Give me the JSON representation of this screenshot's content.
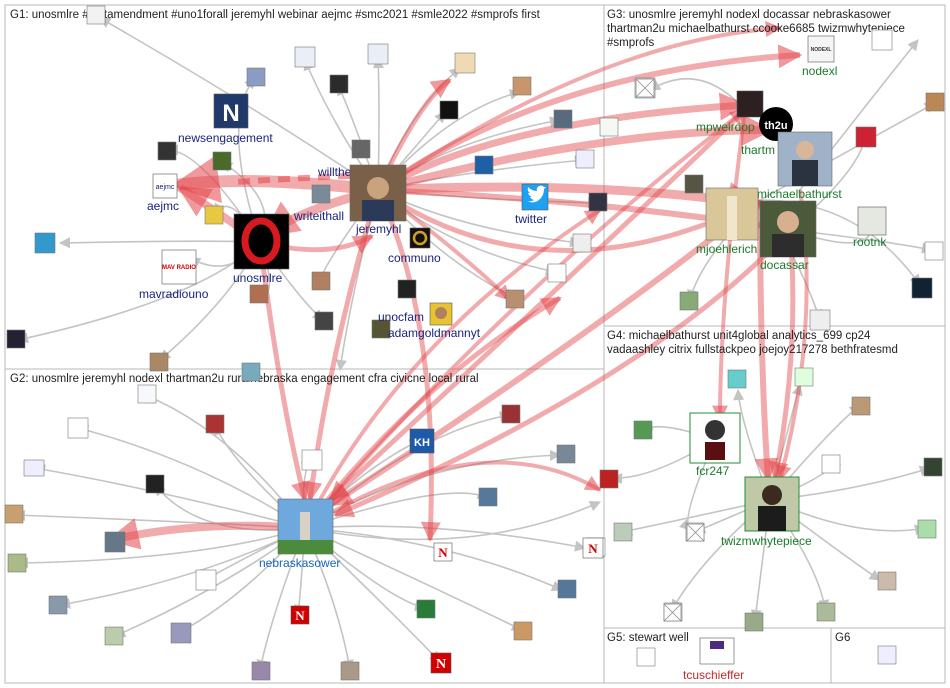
{
  "groups": [
    {
      "id": "G1",
      "label": "G1: unosmlre #firstamendment #uno1forall jeremyhl webinar aejmc #smc2021 #smle2022 #smprofs first"
    },
    {
      "id": "G2",
      "label": "G2: unosmlre jeremyhl nodexl thartman2u ruralnebraska engagement cfra civicne local rural"
    },
    {
      "id": "G3a",
      "label": "G3: unosmlre jeremyhl nodexl docassar nebraskasower"
    },
    {
      "id": "G3b",
      "label": "thartman2u michaelbathurst ccooke6685 twizmwhytepiece"
    },
    {
      "id": "G3c",
      "label": "#smprofs"
    },
    {
      "id": "G4a",
      "label": "G4: michaelbathurst unit4global analytics_699 cp24"
    },
    {
      "id": "G4b",
      "label": "vadaashley citrix fullstackpeo joejoy217278 bethfratesmd"
    },
    {
      "id": "G5",
      "label": "G5: stewart well"
    },
    {
      "id": "G6",
      "label": "G6"
    }
  ],
  "nodes": [
    {
      "id": "newsengagement",
      "label": "newsengagement",
      "icon": "N"
    },
    {
      "id": "aejmc",
      "label": "aejmc",
      "icon": "aejmc"
    },
    {
      "id": "willthe",
      "label": "willthe",
      "icon": ""
    },
    {
      "id": "writeithall",
      "label": "writeithall",
      "icon": ""
    },
    {
      "id": "jeremyhl",
      "label": "jeremyhl",
      "icon": ""
    },
    {
      "id": "twitter",
      "label": "twitter",
      "icon": "bird"
    },
    {
      "id": "unosmlre",
      "label": "unosmlre",
      "icon": "O"
    },
    {
      "id": "communo",
      "label": "communo",
      "icon": ""
    },
    {
      "id": "mavradiouno",
      "label": "mavradiouno",
      "icon": "MAV RADIO"
    },
    {
      "id": "unocfam",
      "label": "unocfam",
      "icon": ""
    },
    {
      "id": "adamgoldmannyt",
      "label": "adamgoldmannyt",
      "icon": ""
    },
    {
      "id": "nebraskasower",
      "label": "nebraskasower",
      "icon": ""
    },
    {
      "id": "nodexl",
      "label": "nodexl",
      "icon": "NODEXL"
    },
    {
      "id": "mpweirdop",
      "label": "mpweirdop",
      "icon": ""
    },
    {
      "id": "thartm",
      "label": "thartm",
      "icon": "th2u"
    },
    {
      "id": "michaelbathurst",
      "label": "michaelbathurst",
      "icon": ""
    },
    {
      "id": "mjoehlerich",
      "label": "mjoehlerich",
      "icon": ""
    },
    {
      "id": "docassar",
      "label": "docassar",
      "icon": ""
    },
    {
      "id": "rootnk",
      "label": "rootnk",
      "icon": ""
    },
    {
      "id": "fcr247",
      "label": "fcr247",
      "icon": ""
    },
    {
      "id": "twizmwhytepiece",
      "label": "twizmwhytepiece",
      "icon": ""
    },
    {
      "id": "tcuschieffer",
      "label": "tcuschieffer",
      "icon": ""
    }
  ],
  "colors": {
    "g1_label": "#1a237e",
    "g2_label": "#1565c0",
    "g3_label": "#1b7a2a",
    "g5_label": "#c62828",
    "red_edge": "#e2454a",
    "gray_edge": "#c4c4c4",
    "partition": "#b8b8b8"
  }
}
